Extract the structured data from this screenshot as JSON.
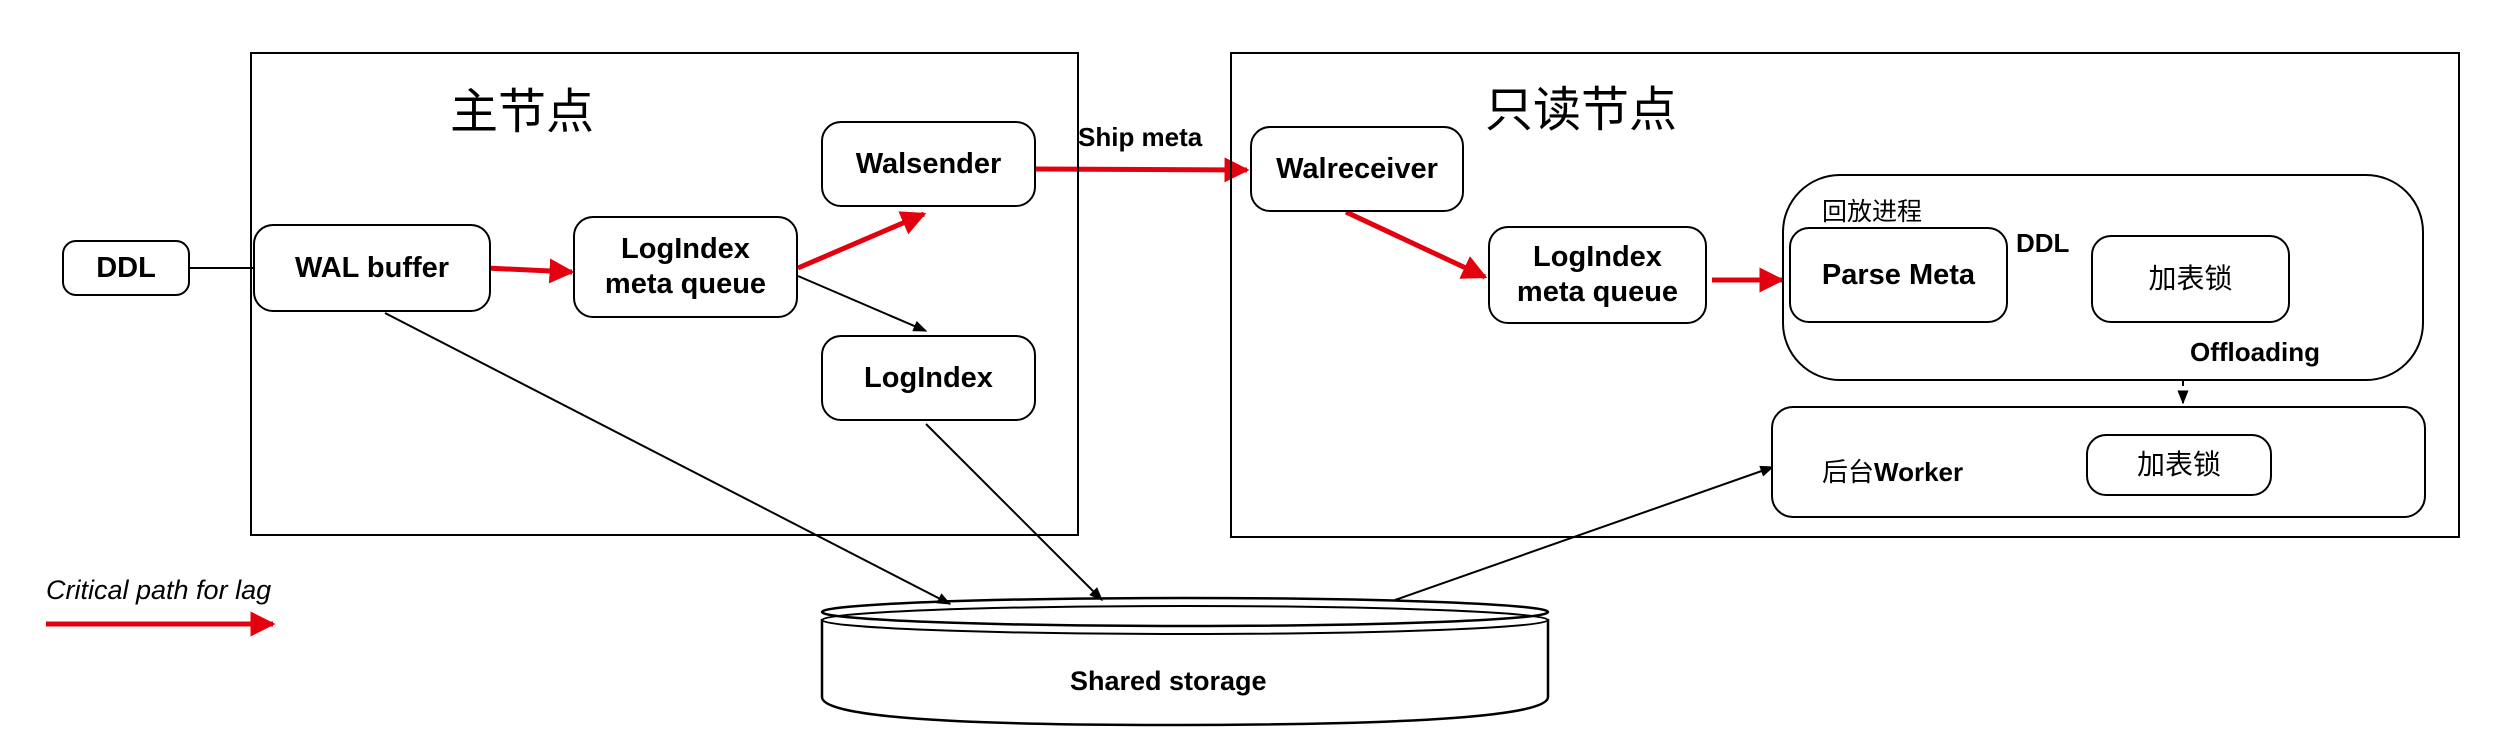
{
  "primary": {
    "title": "主节点"
  },
  "replica": {
    "title": "只读节点"
  },
  "ddl_source": "DDL",
  "wal_buffer": "WAL buffer",
  "logindex_queue_primary": [
    "LogIndex",
    "meta queue"
  ],
  "walsender": "Walsender",
  "logindex": "LogIndex",
  "ship_meta": "Ship meta",
  "walreceiver": "Walreceiver",
  "logindex_queue_replica": [
    "LogIndex",
    "meta queue"
  ],
  "replay_process": {
    "title": "回放进程",
    "parse_meta": "Parse Meta",
    "ddl_label": "DDL",
    "lock": "加表锁",
    "offloading": "Offloading"
  },
  "background_worker": {
    "title_cn": "后台",
    "title_en": "Worker",
    "lock": "加表锁"
  },
  "storage": "Shared storage",
  "legend": {
    "label": "Critical path for lag",
    "color": "#e3000f"
  },
  "colors": {
    "critical": "#e3000f",
    "line": "#000000"
  }
}
